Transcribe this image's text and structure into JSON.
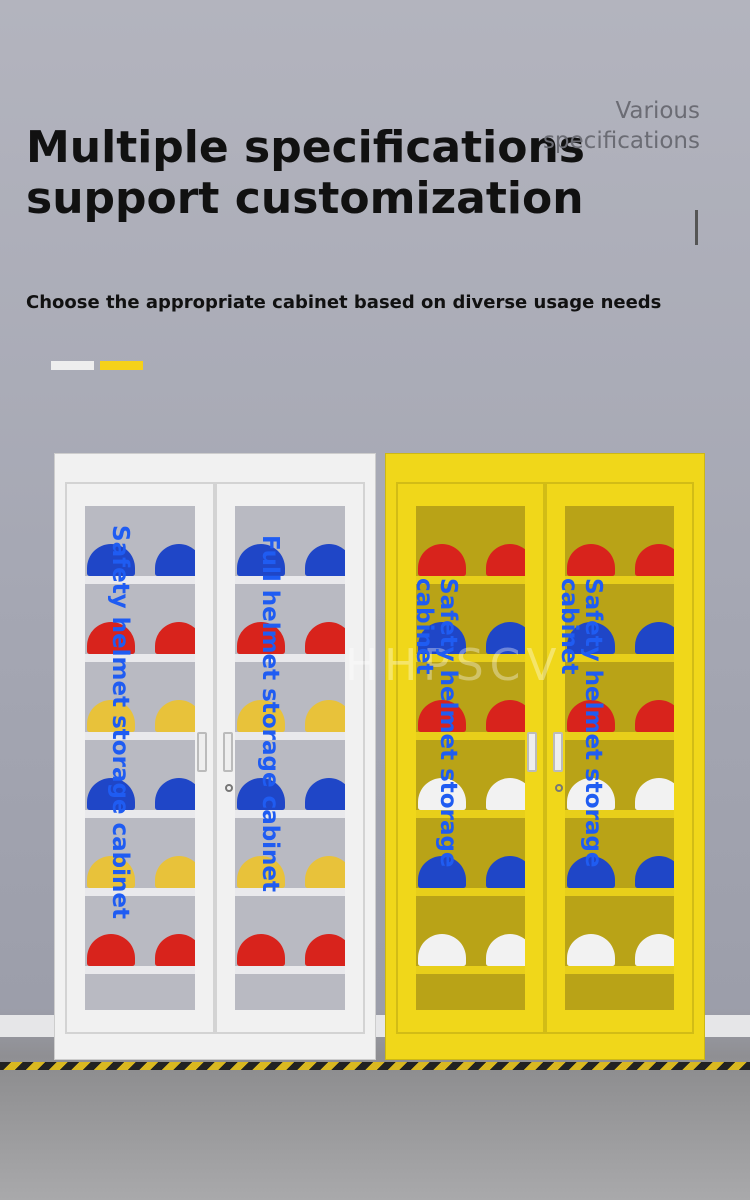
{
  "heading": {
    "line1": "Multiple specifications",
    "line2": "support customization"
  },
  "side_note": {
    "line1": "Various",
    "line2": "specifications"
  },
  "subtitle": "Choose the appropriate cabinet based on diverse usage needs",
  "watermark": "HHPSCV",
  "colors": {
    "accent_yellow": "#f5d11a",
    "label_blue": "#1f5cf2",
    "helmet_red": "#d8231c",
    "helmet_blue": "#1f46c7",
    "helmet_yellow": "#e8c23a",
    "helmet_white": "#f2f2f2"
  },
  "cabinets": [
    {
      "color": "white",
      "labels": [
        "Safety helmet storage cabinet",
        "Full helmet storage cabinet"
      ],
      "shelves": [
        "#1f46c7",
        "#d8231c",
        "#e8c23a",
        "#1f46c7",
        "#e8c23a",
        "#d8231c",
        "#e8c23a"
      ]
    },
    {
      "color": "yellow",
      "labels": [
        "Safety helmet storage cabinet",
        "Safety helmet storage cabinet"
      ],
      "shelves": [
        "#d8231c",
        "#1f46c7",
        "#d8231c",
        "#f2f2f2",
        "#1f46c7",
        "#f2f2f2",
        "#d8231c"
      ]
    }
  ]
}
